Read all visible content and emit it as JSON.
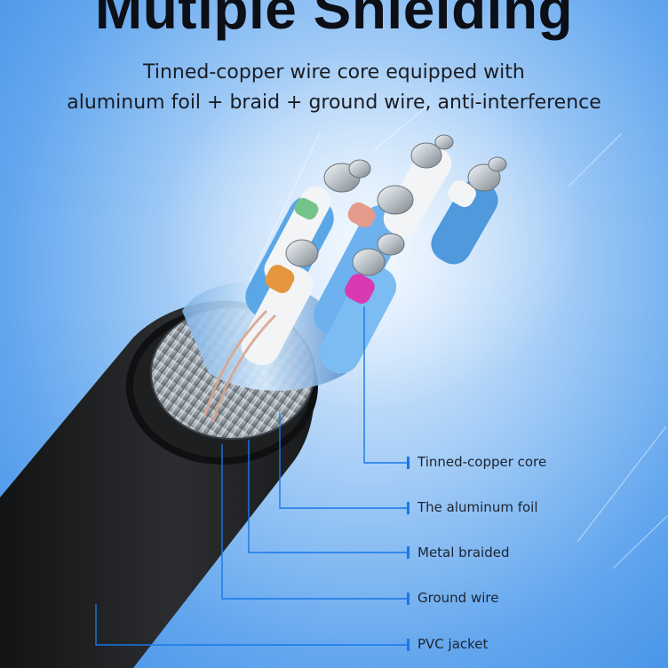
{
  "headline": "Mutiple Shielding",
  "subtitle_lines": [
    "Tinned-copper wire core equipped with",
    "aluminum foil + braid + ground wire, anti-interference"
  ],
  "callouts": [
    {
      "label": "Tinned-copper core"
    },
    {
      "label": "The aluminum foil"
    },
    {
      "label": "Metal braided"
    },
    {
      "label": "Ground wire"
    },
    {
      "label": "PVC jacket"
    }
  ],
  "colors": {
    "background": "#62a6ee",
    "callout_line": "#1878e8",
    "jacket": "#222426",
    "headline_text": "#0c0f16"
  },
  "icons": [
    "cable-illustration"
  ]
}
